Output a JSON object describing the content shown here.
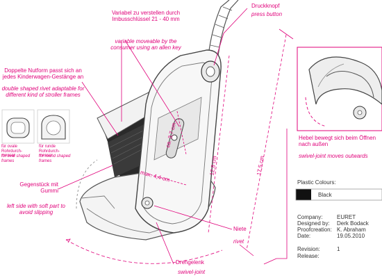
{
  "colors": {
    "accent": "#e0007a",
    "swatch": "#111111",
    "outline": "#444444"
  },
  "labels": {
    "verstellen_de": "Variabel zu verstellen durch Imbusschlüssel 21 - 40 mm",
    "verstellen_en": "variable moveable by the consumer using an allen key",
    "druckknopf_de": "Druckknopf",
    "druckknopf_en": "press button",
    "nutform_de": "Doppelte Nutform passt sich an jedes Kinderwagen-Gestänge an",
    "nutform_en": "double shaped rivet adaptable for different kind of stroller frames",
    "oval_de": "für ovale Rohrdurch-messer",
    "oval_en": "for oval shaped frames",
    "round_de": "für runde Rohrdurch-messer",
    "round_en": "for round shaped frames",
    "gegenstueck_de": "Gegenstück mit Gummi",
    "gegenstueck_en": "left side with soft part to avoid slipping",
    "niete_de": "Niete",
    "niete_en": "rivet",
    "drehgelenk_de": "Drehgelenk",
    "drehgelenk_en": "swivel-joint",
    "hebel_de": "Hebel bewegt sich beim Öffnen nach außen",
    "hebel_en": "swivel-joint moves outwards",
    "dim_ca": "ca. 3,7 cm",
    "dim_max": "max. 4,4 cm",
    "dim_128": "12,8 cm",
    "dim_175": "17,5 cm"
  },
  "colours": {
    "title": "Plastic Colours:",
    "swatch_label": "Black"
  },
  "meta": {
    "company_key": "Company:",
    "company_val": "EURET",
    "designed_key": "Designed by:",
    "designed_val": "Derk Bodack",
    "proof_key": "Proofcreation:",
    "proof_val": "K. Abraham",
    "date_key": "Date:",
    "date_val": "19.05.2010",
    "revision_key": "Revision:",
    "revision_val": "1",
    "release_key": "Release:",
    "release_val": ""
  }
}
